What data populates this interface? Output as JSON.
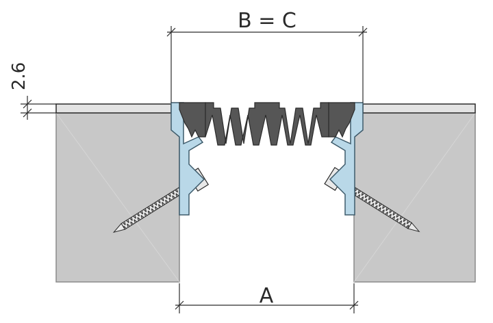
{
  "labels": {
    "top_dimension": "B = C",
    "bottom_dimension": "A",
    "side_dimension": "2.6"
  },
  "colors": {
    "substrate": "#c8c8c8",
    "substrate_edge": "#8a8a8a",
    "cover_plate": "#e3e3e3",
    "aluminium_profile": "#b9d8e8",
    "profile_outline": "#3d5a6a",
    "rubber_insert": "#565656",
    "screw": "#e8e8e8",
    "line": "#2a2a2a"
  }
}
